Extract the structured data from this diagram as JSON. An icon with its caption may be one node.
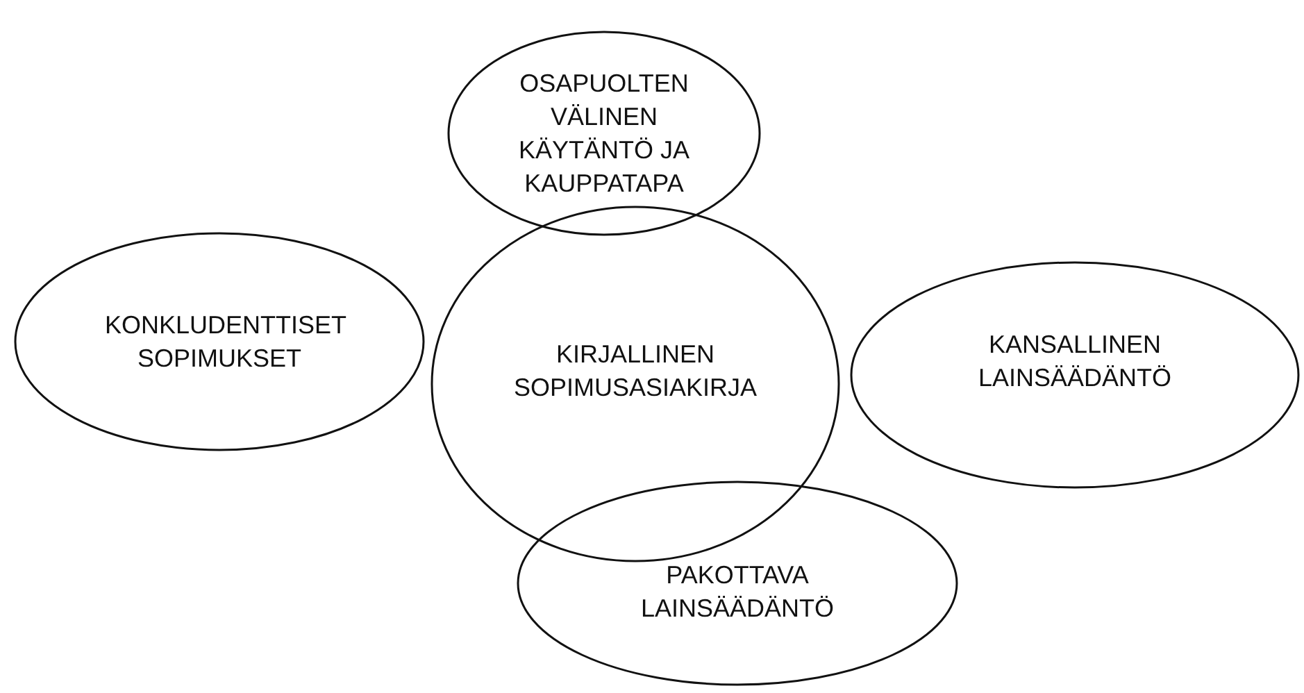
{
  "diagram": {
    "nodes": [
      {
        "text": [
          "OSAPUOLTEN VÄLINEN KÄYTÄNTÖ JA KAUPPATAPA"
        ]
      },
      {
        "text": [
          "KONKLUDENTTISET SOPIMUKSET"
        ]
      },
      {
        "text": [
          "KIRJALLINEN SOPIMUSASIAKIRJA"
        ]
      },
      {
        "text": [
          "KANSALLINEN LAINSÄÄDÄNTÖ"
        ]
      },
      {
        "text": [
          "PAKOTTAVA LAINSÄÄDÄNTÖ"
        ]
      }
    ]
  }
}
